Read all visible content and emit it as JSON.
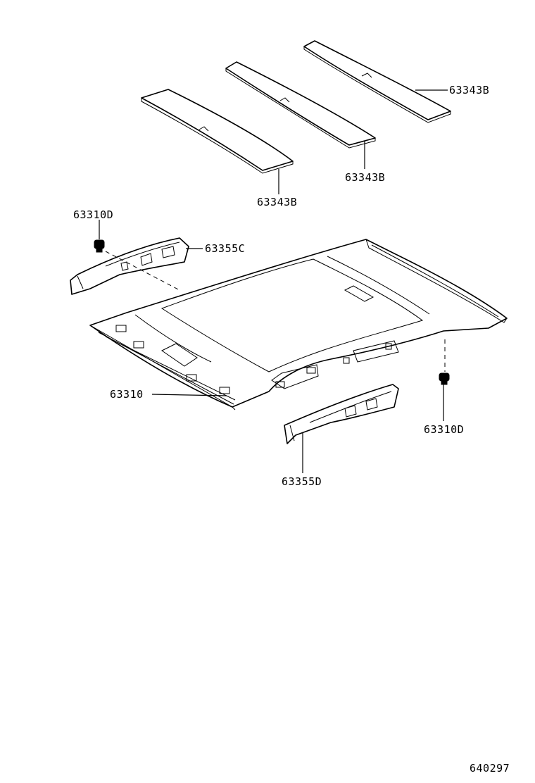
{
  "callouts": {
    "pad_right": "63343B",
    "pad_middle": "63343B",
    "pad_left": "63343B",
    "clip_left": "63310D",
    "bracket_left": "63355C",
    "headliner": "63310",
    "clip_right": "63310D",
    "bracket_right": "63355D"
  },
  "figure_number": "640297"
}
